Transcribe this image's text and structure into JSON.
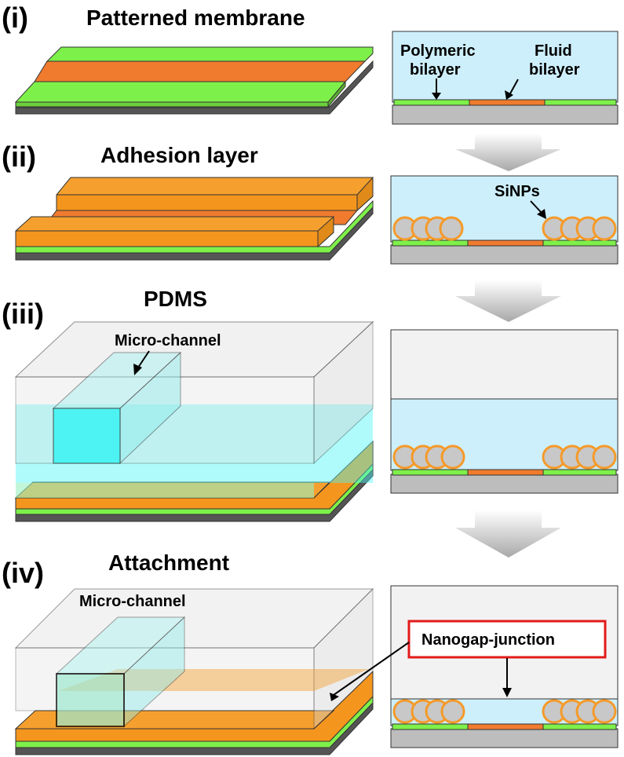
{
  "steps": [
    {
      "numeral": "(i)",
      "title": "Patterned membrane"
    },
    {
      "numeral": "(ii)",
      "title": "Adhesion layer"
    },
    {
      "numeral": "(iii)",
      "title": "PDMS"
    },
    {
      "numeral": "(iv)",
      "title": "Attachment"
    }
  ],
  "annotations": {
    "polymeric_line1": "Polymeric",
    "polymeric_line2": "bilayer",
    "fluid_line1": "Fluid",
    "fluid_line2": "bilayer",
    "sinps": "SiNPs",
    "micro_channel": "Micro-channel",
    "nanogap_junction": "Nanogap-junction"
  },
  "colors": {
    "green_layer": "#7ef04a",
    "orange_layer": "#f07b2e",
    "adhesion_orange": "#f5a02e",
    "substrate_dark": "#555555",
    "panel_blue": "#cdeffb",
    "substrate_gray": "#bdbdbd",
    "nanoparticle_fill": "#c8c8c8",
    "nanoparticle_ring": "#f59a2a",
    "channel_cyan": "#4ef6f6",
    "callout_red": "#e21b1b"
  }
}
